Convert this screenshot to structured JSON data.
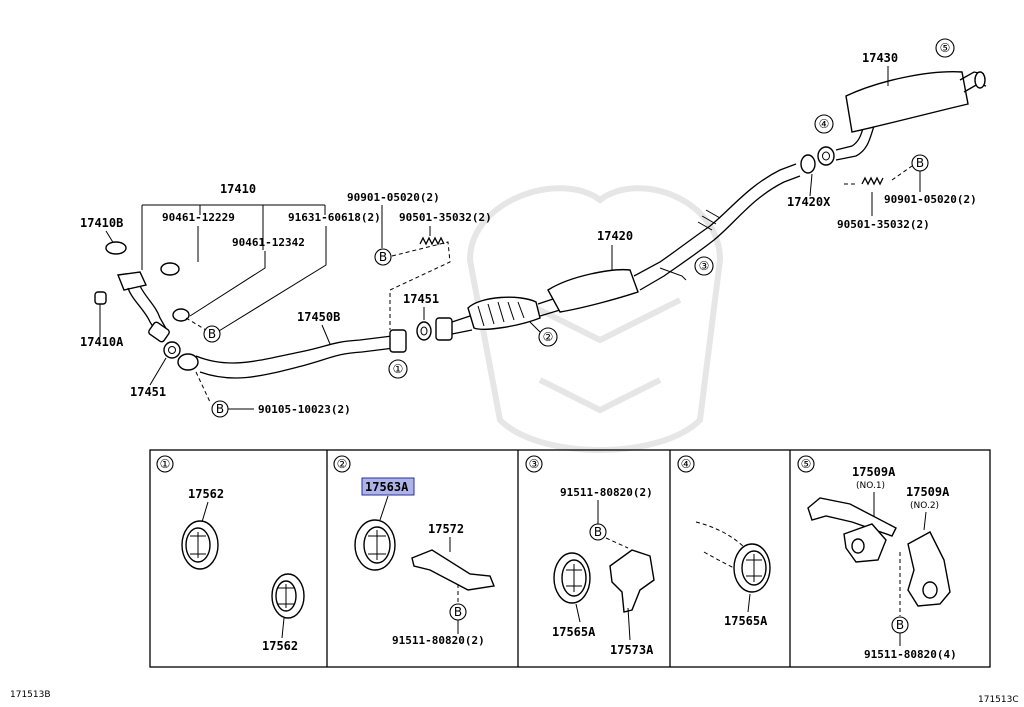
{
  "diagram": {
    "labels": {
      "p17410": "17410",
      "p17410b": "17410B",
      "p17410a": "17410A",
      "p90461_12229": "90461-12229",
      "p90461_12342": "90461-12342",
      "p91631_60618": "91631-60618(2)",
      "p90901_05020_left": "90901-05020(2)",
      "p90501_35032_left": "90501-35032(2)",
      "p17451_top": "17451",
      "p17451_left": "17451",
      "p17450b": "17450B",
      "p90105_10023": "90105-10023(2)",
      "p17420": "17420",
      "p17430": "17430",
      "p17420x": "17420X",
      "p90901_05020_right": "90901-05020(2)",
      "p90501_35032_right": "90501-35032(2)"
    },
    "markers": {
      "b": "B",
      "m1": "①",
      "m2": "②",
      "m3": "③",
      "m4": "④",
      "m5": "⑤"
    },
    "panels": {
      "p1": {
        "marker": "①",
        "part_a": "17562",
        "part_b": "17562"
      },
      "p2": {
        "marker": "②",
        "highlight": "17563A",
        "part_b": "17572",
        "bolt": "91511-80820(2)"
      },
      "p3": {
        "marker": "③",
        "bolt": "91511-80820(2)",
        "part_a": "17565A",
        "part_b": "17573A"
      },
      "p4": {
        "marker": "④",
        "part_a": "17565A"
      },
      "p5": {
        "marker": "⑤",
        "part_a": "17509A",
        "part_a_note": "(NO.1)",
        "part_b": "17509A",
        "part_b_note": "(NO.2)",
        "bolt": "91511-80820(4)"
      }
    },
    "footer": {
      "left_code": "171513B",
      "right_code": "171513C"
    },
    "colors": {
      "highlight": "#aeb4e8",
      "highlight_border": "#2a2f9a"
    }
  }
}
